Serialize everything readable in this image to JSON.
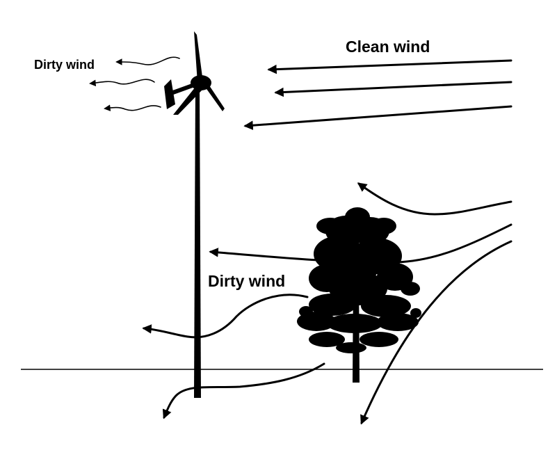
{
  "labels": {
    "clean_wind": "Clean wind",
    "dirty_wind_turbine": "Dirty wind",
    "dirty_wind_tree": "Dirty wind"
  },
  "colors": {
    "ink": "#000000",
    "background": "#ffffff"
  },
  "icons": {
    "turbine": "wind-turbine-icon",
    "tree": "tree-icon"
  }
}
